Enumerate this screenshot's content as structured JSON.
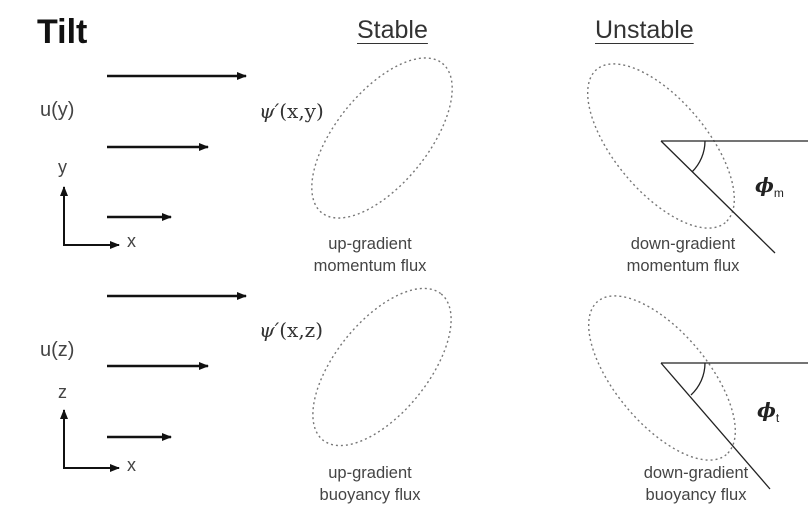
{
  "title": "Tilt",
  "columns": {
    "stable": "Stable",
    "unstable": "Unstable"
  },
  "rows": {
    "horizontal": {
      "flow_label": "u(y)",
      "axis_vertical": "y",
      "axis_horizontal": "x",
      "stream_label_symbol": "ψ′",
      "stream_label_args": "(x,y)",
      "stable_caption": [
        "up-gradient",
        "momentum flux"
      ],
      "unstable_caption": [
        "down-gradient",
        "momentum flux"
      ],
      "angle_symbol": "ϕ",
      "angle_subscript": "m"
    },
    "vertical": {
      "flow_label": "u(z)",
      "axis_vertical": "z",
      "axis_horizontal": "x",
      "stream_label_symbol": "ψ′",
      "stream_label_args": "(x,z)",
      "stable_caption": [
        "up-gradient",
        "buoyancy flux"
      ],
      "unstable_caption": [
        "down-gradient",
        "buoyancy flux"
      ],
      "angle_symbol": "ϕ",
      "angle_subscript": "t"
    }
  },
  "colors": {
    "line": "#222222",
    "dotted": "#777777",
    "text": "#3a3a3a"
  }
}
